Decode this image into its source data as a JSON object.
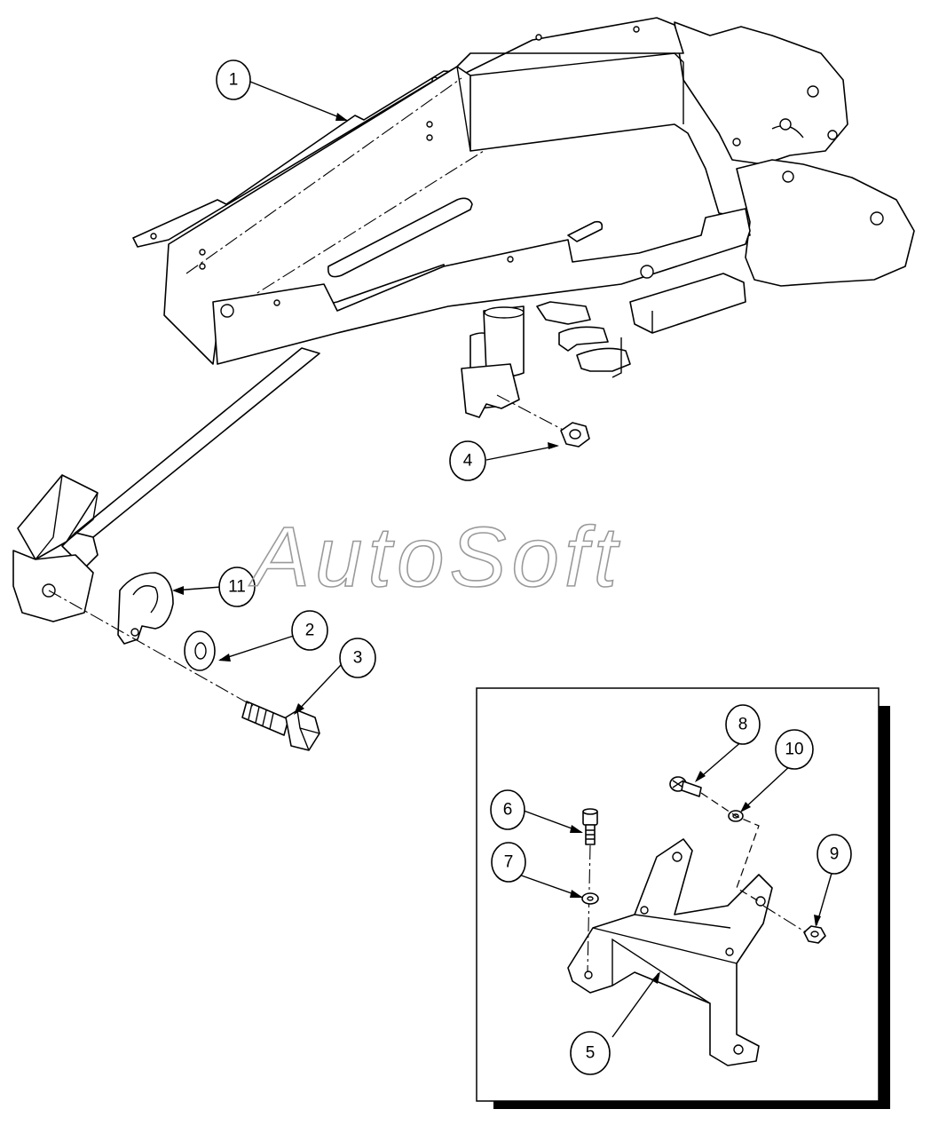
{
  "watermark": "AutoSoft",
  "callouts": [
    {
      "id": "callout-1",
      "label": "1"
    },
    {
      "id": "callout-2",
      "label": "2"
    },
    {
      "id": "callout-3",
      "label": "3"
    },
    {
      "id": "callout-4",
      "label": "4"
    },
    {
      "id": "callout-5",
      "label": "5"
    },
    {
      "id": "callout-6",
      "label": "6"
    },
    {
      "id": "callout-7",
      "label": "7"
    },
    {
      "id": "callout-8",
      "label": "8"
    },
    {
      "id": "callout-9",
      "label": "9"
    },
    {
      "id": "callout-10",
      "label": "10"
    },
    {
      "id": "callout-11",
      "label": "11"
    }
  ],
  "colors": {
    "line": "#000000",
    "background": "#ffffff",
    "watermark": "#9a9a9a"
  }
}
